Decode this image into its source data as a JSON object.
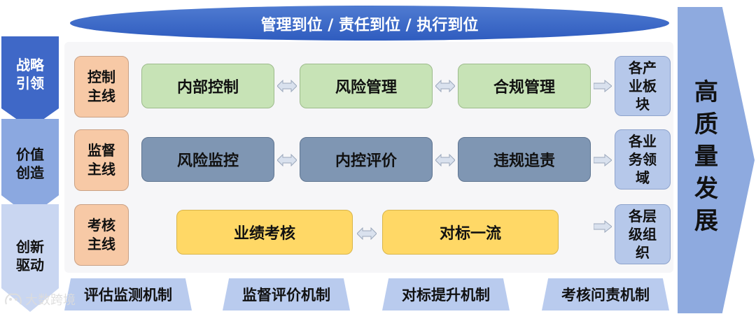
{
  "banner": {
    "text": "管理到位 / 责任到位 / 执行到位"
  },
  "left_stages": [
    {
      "text": "战略\n引领",
      "color": "#3f68c7",
      "text_color": "#ffffff"
    },
    {
      "text": "价值\n创造",
      "color": "#8ba8e0",
      "text_color": "#111111"
    },
    {
      "text": "创新\n驱动",
      "color": "#c9d6f1",
      "text_color": "#111111"
    }
  ],
  "rows": [
    {
      "label": "控制\n主线",
      "boxes": [
        "内部控制",
        "风险管理",
        "合规管理"
      ],
      "target": "各产\n业板\n块"
    },
    {
      "label": "监督\n主线",
      "boxes": [
        "风险监控",
        "内控评价",
        "违规追责"
      ],
      "target": "各业\n务领\n域"
    },
    {
      "label": "考核\n主线",
      "boxes": [
        "业绩考核",
        "对标一流"
      ],
      "target": "各层\n级组\n织"
    }
  ],
  "goal": {
    "text": "高\n质\n量\n发\n展"
  },
  "mechanisms": [
    "评估监测机制",
    "监督评价机制",
    "对标提升机制",
    "考核问责机制"
  ],
  "watermark": {
    "text": "大数跨境"
  },
  "colors": {
    "banner": "#2f5cbf",
    "row1_box": "#c7e3b6",
    "row2_box": "#7f96b3",
    "row3_box": "#ffd866",
    "label_box": "#f7c9a6",
    "target_box": "#b6c8ea",
    "goal_arrow": "#8eaadf",
    "mechanism": "#b9cbee"
  }
}
